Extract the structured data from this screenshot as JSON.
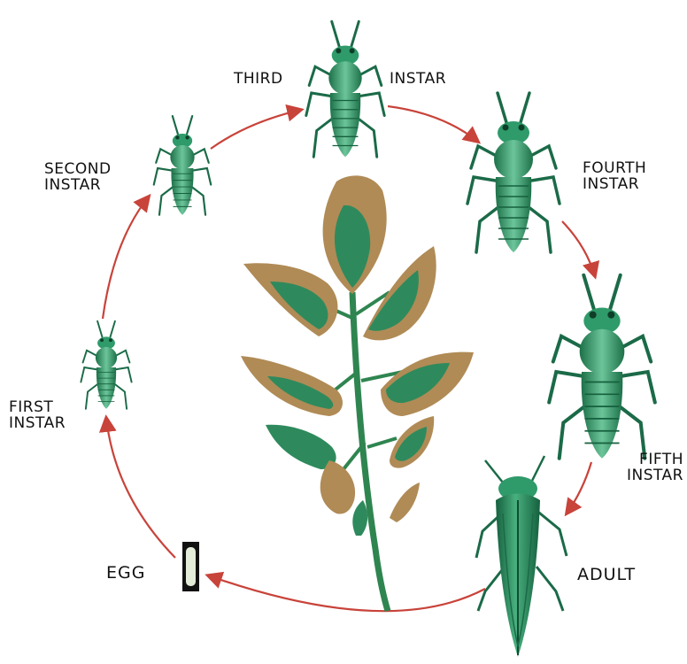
{
  "diagram": {
    "stages": {
      "egg": "EGG",
      "first_instar": [
        "FIRST",
        "INSTAR"
      ],
      "second_instar": [
        "SECOND",
        "INSTAR"
      ],
      "third_instar": [
        "THIRD",
        "INSTAR"
      ],
      "fourth_instar": [
        "FOURTH",
        "INSTAR"
      ],
      "fifth_instar": [
        "FIFTH",
        "INSTAR"
      ],
      "adult": "ADULT"
    },
    "colors": {
      "arrow": "#c8433a",
      "insect_body": "#2f9a6a",
      "insect_dark": "#1b6a48",
      "leaf_green": "#2e8a5c",
      "leaf_brown": "#b08b56",
      "stem": "#2f8550"
    }
  }
}
